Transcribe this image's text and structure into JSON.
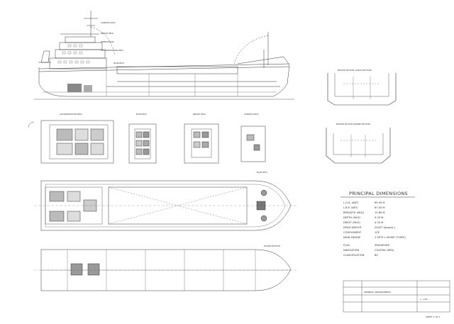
{
  "drawing": {
    "views": {
      "accommodation_deck": "ACCOMMODATION DECK",
      "main_deck_label": "MAIN DECK",
      "bridge_deck": "BRIDGE DECK",
      "compass_deck": "COMPASS DECK",
      "main_deck_plan": "MAIN DECK",
      "hold_plan": "DOUBLE BOTTOM",
      "section_a": "MIDSHIP SECTION (CARGO SECTION)",
      "section_b": "MIDSHIP SECTION (ENGINE SECTION)",
      "profile_labels": [
        "COMPASS DECK",
        "BRIDGE DECK",
        "WHEELHOUSE",
        "ACCOMMODATION DECK",
        "MAIN DECK"
      ]
    },
    "principal_dimensions": {
      "title": "PRINCIPAL DIMENSIONS",
      "rows": [
        {
          "label": "L.O.A. (ABT)",
          "value": "69.45  M"
        },
        {
          "label": "L.B.P. (ABT)",
          "value": "67.05  M"
        },
        {
          "label": "BREADTH (MLD)",
          "value": "13.80  M"
        },
        {
          "label": "DEPTH (MLD)",
          "value": "5.30  M"
        },
        {
          "label": "DRAFT (MLD)",
          "value": "4.30  M"
        },
        {
          "label": "DEAD WEIGHT",
          "value": "2500T (Approx.)"
        },
        {
          "label": "COMPLEMENT",
          "value": "12P"
        },
        {
          "label": "MAIN ENGINE",
          "value": "2 SETS x 900HP (730PS)"
        },
        {
          "label": "FLAG",
          "value": "SINGAPORE"
        },
        {
          "label": "NAVIGATION",
          "value": "COASTAL AREA"
        },
        {
          "label": "CLASSIFICATION",
          "value": "BV"
        }
      ]
    },
    "title_block": {
      "drawing_name": "GENERAL ARRANGEMENT",
      "scale": "1 : 100",
      "sheet": "SHEET 1 OF 1"
    }
  }
}
